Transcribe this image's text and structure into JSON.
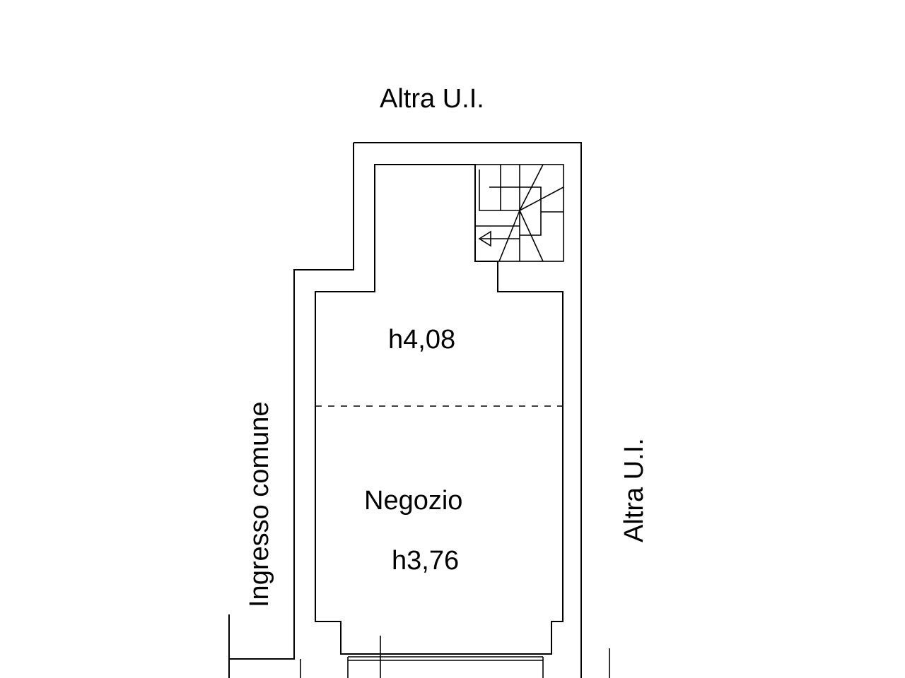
{
  "labels": {
    "top_neighbor": "Altra U.I.",
    "right_neighbor": "Altra U.I.",
    "left_entrance": "Ingresso comune",
    "room_name": "Negozio",
    "height_upper": "h4,08",
    "height_lower": "h3,76"
  },
  "colors": {
    "line": "#000000",
    "background": "#ffffff"
  }
}
